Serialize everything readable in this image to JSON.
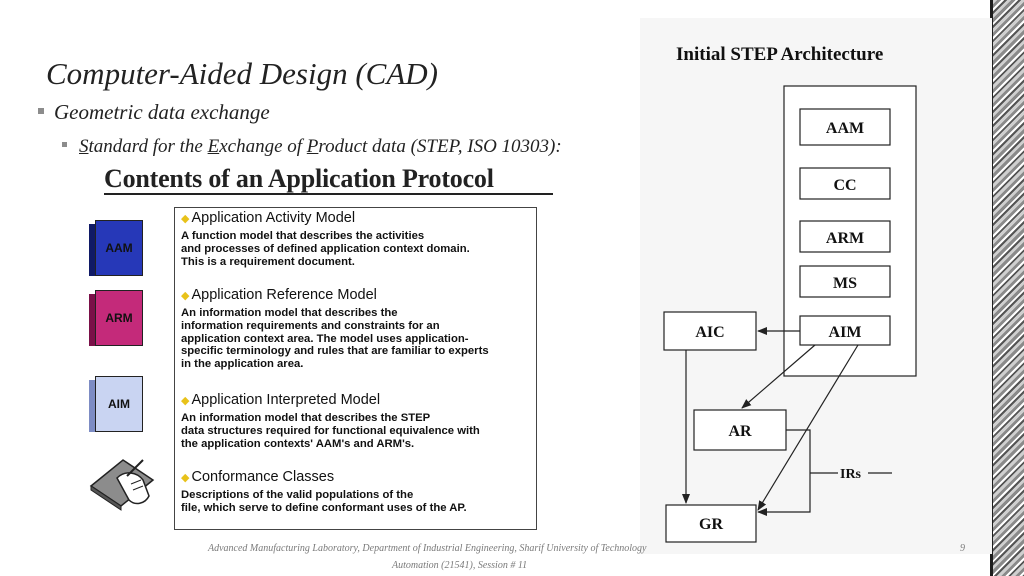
{
  "slide": {
    "title": "Computer-Aided Design (CAD)",
    "bullet1": "Geometric data exchange",
    "bullet2": {
      "s_initial": "S",
      "s_rest": "tandard for the ",
      "e_initial": "E",
      "e_rest": "xchange of ",
      "p_initial": "P",
      "p_rest": "roduct data (STEP, ISO 10303):"
    },
    "footer_line1": "Advanced Manufacturing Laboratory, Department of Industrial Engineering, Sharif University of Technology",
    "footer_line2": "Automation (21541), Session # 11",
    "page_number": "9"
  },
  "application_protocol": {
    "heading": "Contents of an Application Protocol",
    "books": [
      {
        "label": "AAM",
        "color": "#2638b8"
      },
      {
        "label": "ARM",
        "color": "#c42a7a"
      },
      {
        "label": "AIM",
        "color": "#c9d4f2"
      }
    ],
    "sections": [
      {
        "title": "Application Activity Model",
        "desc": "            A function model that describes the activities\nand processes of defined application context domain.\nThis is a requirement document."
      },
      {
        "title": "Application Reference Model",
        "desc": "            An information model that describes the\ninformation requirements and constraints for an\napplication context area.  The model uses application-\nspecific terminology and rules that are familiar to experts\nin the application area."
      },
      {
        "title": "Application Interpreted Model",
        "desc": "            An information model that describes the STEP\ndata structures required for functional equivalence with\nthe application contexts' AAM's and ARM's."
      },
      {
        "title": "Conformance Classes",
        "desc": "            Descriptions of the valid populations of the\nfile, which serve to define conformant uses of the AP."
      }
    ]
  },
  "architecture": {
    "title": "Initial STEP Architecture",
    "boxes": {
      "aam": "AAM",
      "cc": "CC",
      "arm": "ARM",
      "ms": "MS",
      "aim": "AIM",
      "aic": "AIC",
      "ar": "AR",
      "gr": "GR"
    },
    "irs_label": "IRs"
  },
  "colors": {
    "text": "#222222",
    "diamond": "#e8c21a",
    "footer": "#7a7a7a"
  }
}
